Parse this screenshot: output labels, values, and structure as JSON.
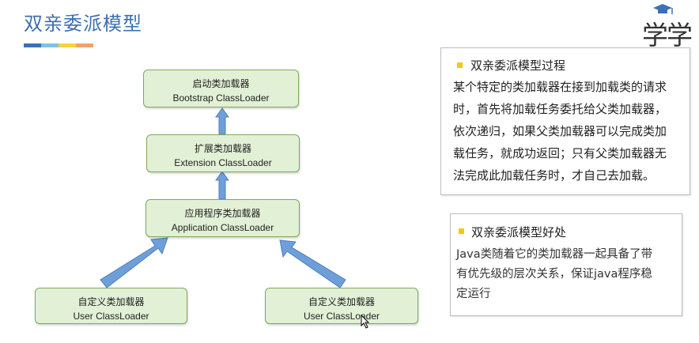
{
  "title": "双亲委派模型",
  "title_bar_colors": [
    "#3d6fb6",
    "#7dc3e0",
    "#f5d33b",
    "#f0a36b"
  ],
  "logo": {
    "text": "学",
    "icon": "graduation-cap-icon"
  },
  "diagram": {
    "nodes": {
      "bootstrap": {
        "zh": "启动类加载器",
        "en": "Bootstrap ClassLoader"
      },
      "extension": {
        "zh": "扩展类加载器",
        "en": "Extension ClassLoader"
      },
      "application": {
        "zh": "应用程序类加载器",
        "en": "Application ClassLoader"
      },
      "user_left": {
        "zh": "自定义类加载器",
        "en": "User ClassLoader"
      },
      "user_right": {
        "zh": "自定义类加载器",
        "en": "User ClassLoader"
      }
    },
    "arrow_color": "#6f9fd8"
  },
  "panel_process": {
    "heading": "双亲委派模型过程",
    "lines": [
      "某个特定的类加载器在接到加载类的请求",
      "时，首先将加载任务委托给父类加载器，",
      "依次递归，如果父类加载器可以完成类加",
      "载任务，就成功返回；只有父类加载器无",
      "法完成此加载任务时，才自己去加载。"
    ]
  },
  "panel_benefit": {
    "heading": "双亲委派模型好处",
    "lines": [
      "Java类随着它的类加载器一起具备了带",
      "有优先级的层次关系，保证java程序稳",
      "定运行"
    ]
  },
  "bullet_color": "#f7c80a"
}
